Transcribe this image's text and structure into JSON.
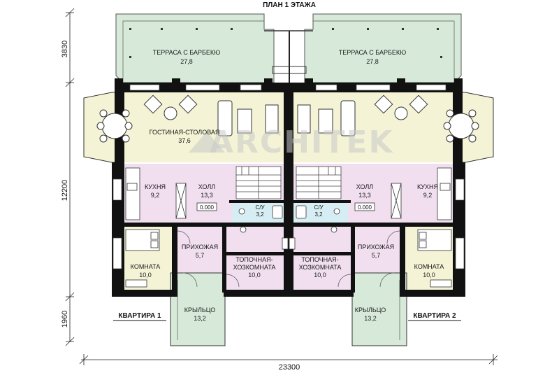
{
  "title": "ПЛАН 1 ЭТАЖА",
  "watermark": "ARCHITEK",
  "dimensions": {
    "left_top": "3830",
    "left_middle": "12200",
    "left_bottom": "1960",
    "bottom_total": "23300"
  },
  "apartments": {
    "left_label": "КВАРТИРА 1",
    "right_label": "КВАРТИРА 2"
  },
  "rooms": {
    "terrace_left": {
      "name": "ТЕРРАСА С БАРБЕКЮ",
      "area": "27,8"
    },
    "terrace_right": {
      "name": "ТЕРРАСА С БАРБЕКЮ",
      "area": "27,8"
    },
    "living": {
      "name": "ГОСТИНАЯ-СТОЛОВАЯ",
      "area": "37,6"
    },
    "kitchen_left": {
      "name": "КУХНЯ",
      "area": "9,2"
    },
    "kitchen_right": {
      "name": "КУХНЯ",
      "area": "9,2"
    },
    "hall_left": {
      "name": "ХОЛЛ",
      "area": "13,3",
      "level": "0.000"
    },
    "hall_right": {
      "name": "ХОЛЛ",
      "area": "13,3",
      "level": "0.000"
    },
    "bath_left": {
      "name": "С/У",
      "area": "3,2"
    },
    "bath_right": {
      "name": "С/У",
      "area": "3,2"
    },
    "entry_left": {
      "name": "ПРИХОЖАЯ",
      "area": "5,7"
    },
    "entry_right": {
      "name": "ПРИХОЖАЯ",
      "area": "5,7"
    },
    "room_left": {
      "name": "КОМНАТА",
      "area": "10,0"
    },
    "room_right": {
      "name": "КОМНАТА",
      "area": "10,0"
    },
    "boiler_left": {
      "name1": "ТОПОЧНАЯ-",
      "name2": "ХОЗКОМНАТА",
      "area": "10,0"
    },
    "boiler_right": {
      "name1": "ТОПОЧНАЯ-",
      "name2": "ХОЗКОМНАТА",
      "area": "10,0"
    },
    "porch_left": {
      "name": "КРЫЛЬЦО",
      "area": "13,2"
    },
    "porch_right": {
      "name": "КРЫЛЬЦО",
      "area": "13,2"
    }
  },
  "colors": {
    "terrace": "#d7ead9",
    "living": "#f4f3d6",
    "hall": "#f1dff0",
    "bath": "#d6eef3",
    "room": "#f4f3d6",
    "porch": "#d7ead9"
  }
}
